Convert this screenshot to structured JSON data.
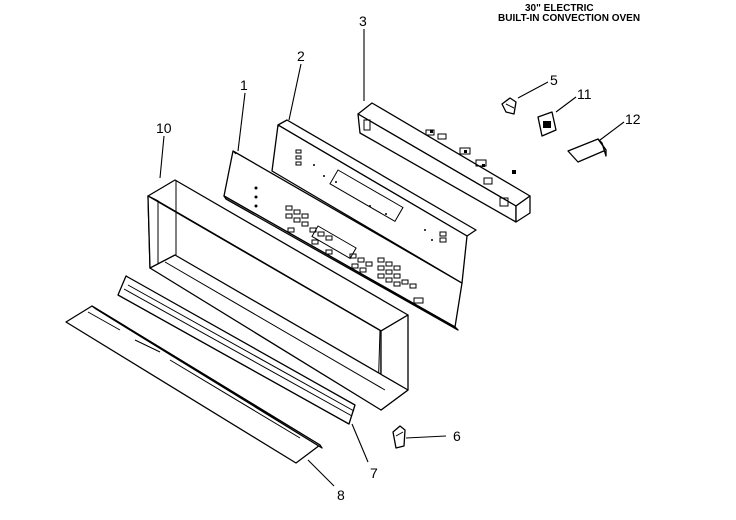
{
  "header": {
    "title_line1": "30\" ELECTRIC",
    "title_line2": "BUILT-IN CONVECTION OVEN"
  },
  "callouts": {
    "p1": "1",
    "p2": "2",
    "p3": "3",
    "p5": "5",
    "p6": "6",
    "p7": "7",
    "p8": "8",
    "p10": "10",
    "p11": "11",
    "p12": "12"
  }
}
